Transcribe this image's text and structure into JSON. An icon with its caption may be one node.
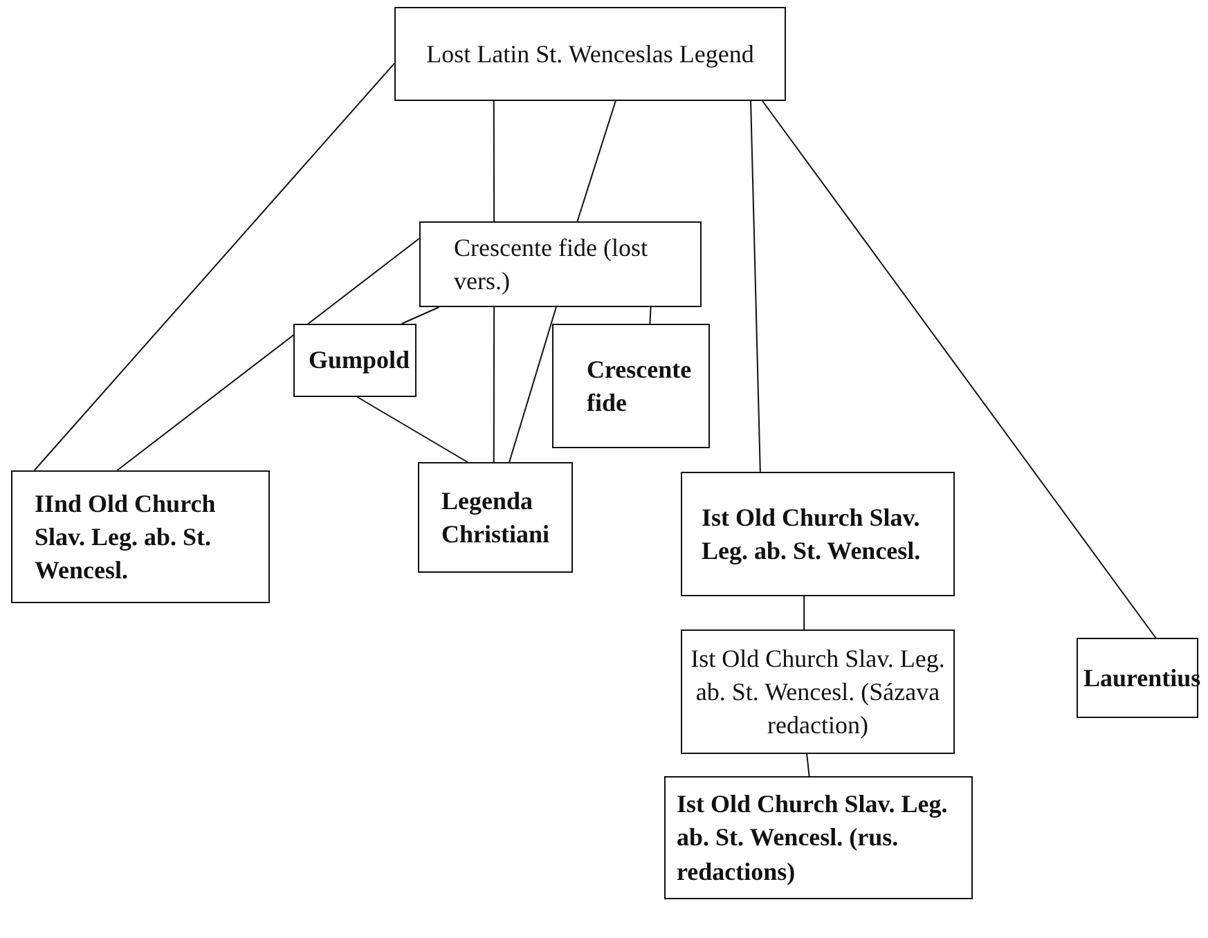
{
  "diagram": {
    "nodes": [
      {
        "text": [
          "Lost Latin St. Wenceslas Legend"
        ]
      },
      {
        "text": [
          "Crescente fide (lost vers.)"
        ]
      },
      {
        "text": [
          "Gumpold"
        ]
      },
      {
        "text": [
          "Crescente fide"
        ]
      },
      {
        "text": [
          "IInd Old Church Slav. Leg. ab. St. Wencesl."
        ]
      },
      {
        "text": [
          "Legenda Christiani"
        ]
      },
      {
        "text": [
          "Ist Old Church Slav. Leg. ab. St. Wencesl."
        ]
      },
      {
        "text": [
          "Laurentius"
        ]
      },
      {
        "text": [
          "Ist Old Church Slav. Leg. ab. St. Wencesl. (Sázava redaction)"
        ]
      },
      {
        "text": [
          "Ist Old Church Slav. Leg. ab. St. Wencesl. (rus. redactions)"
        ]
      }
    ],
    "edges": [
      {
        "from": 0,
        "to": 4,
        "arrow": "none"
      },
      {
        "from": 0,
        "to": 1,
        "arrow": "none"
      },
      {
        "from": 1,
        "to": 5,
        "arrow": "none"
      },
      {
        "from": 0,
        "to": 1,
        "arrow": "none"
      },
      {
        "from": 1,
        "to": 4,
        "arrow": "none"
      },
      {
        "from": 1,
        "to": 2,
        "arrow": "none"
      },
      {
        "from": 1,
        "to": 3,
        "arrow": "none"
      },
      {
        "from": 1,
        "to": 5,
        "arrow": "none"
      },
      {
        "from": 2,
        "to": 5,
        "arrow": "none"
      },
      {
        "from": 0,
        "to": 6,
        "arrow": "none"
      },
      {
        "from": 0,
        "to": 7,
        "arrow": "none"
      },
      {
        "from": 6,
        "to": 8,
        "arrow": "none"
      },
      {
        "from": 8,
        "to": 9,
        "arrow": "none"
      }
    ]
  }
}
